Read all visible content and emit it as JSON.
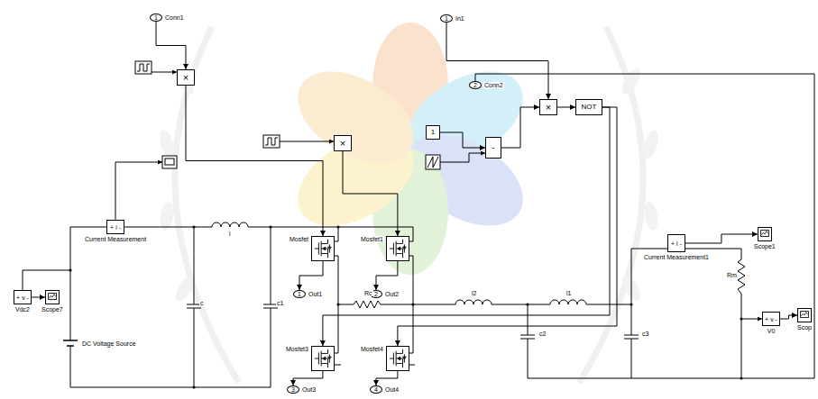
{
  "diagram": {
    "nodes": [
      {
        "text": [
          "1",
          "Conn1"
        ]
      },
      {
        "text": [
          "1",
          "In1"
        ]
      },
      {
        "text": [
          "2",
          "Conn2"
        ]
      },
      {
        "text": [
          "×"
        ]
      },
      {
        "text": [
          "×"
        ]
      },
      {
        "text": [
          "×"
        ]
      },
      {
        "text": [
          "NOT"
        ]
      },
      {
        "text": [
          "1"
        ]
      },
      {
        "text": [
          "-"
        ]
      },
      {
        "text": [
          "+ i -",
          "Current Measurement"
        ]
      },
      {
        "text": [
          "+ i -",
          "Current Measurement1"
        ]
      },
      {
        "text": [
          "+ v -",
          "Vdc2"
        ]
      },
      {
        "text": [
          "Scope7"
        ]
      },
      {
        "text": [
          "Scope1"
        ]
      },
      {
        "text": [
          "+ v -",
          "V0"
        ]
      },
      {
        "text": [
          "Scop"
        ]
      },
      {
        "text": [
          "Mosfet"
        ]
      },
      {
        "text": [
          "Mosfet1"
        ]
      },
      {
        "text": [
          "Mosfet3"
        ]
      },
      {
        "text": [
          "Mosfet4"
        ]
      },
      {
        "text": [
          "1",
          "Out1"
        ]
      },
      {
        "text": [
          "2",
          "Out2"
        ]
      },
      {
        "text": [
          "3",
          "Out3"
        ]
      },
      {
        "text": [
          "4",
          "Out4"
        ]
      }
    ],
    "edges": [
      {
        "from": 0,
        "to": 3,
        "arrow": "to"
      },
      {
        "from": 3,
        "to": 16,
        "arrow": "to"
      },
      {
        "from": 4,
        "to": 17,
        "arrow": "to"
      },
      {
        "from": 1,
        "to": 5,
        "arrow": "to"
      },
      {
        "from": 5,
        "to": 6,
        "arrow": "to"
      },
      {
        "from": 6,
        "to": 18,
        "arrow": "to"
      },
      {
        "from": 6,
        "to": 19,
        "arrow": "to"
      },
      {
        "from": 7,
        "to": 8,
        "arrow": "to"
      },
      {
        "from": 8,
        "to": 5,
        "arrow": "to"
      },
      {
        "from": 10,
        "to": 13,
        "arrow": "to"
      },
      {
        "from": 11,
        "to": 12,
        "arrow": "to"
      },
      {
        "from": 14,
        "to": 15,
        "arrow": "to"
      },
      {
        "from": 16,
        "to": 20,
        "arrow": "to"
      },
      {
        "from": 17,
        "to": 21,
        "arrow": "to"
      },
      {
        "from": 18,
        "to": 22,
        "arrow": "to"
      },
      {
        "from": 19,
        "to": 23,
        "arrow": "to"
      }
    ],
    "labels": [
      "DC Voltage Source",
      "c",
      "c1",
      "l",
      "l2",
      "l1",
      "c2",
      "c3",
      "Rc",
      "Rm"
    ]
  }
}
